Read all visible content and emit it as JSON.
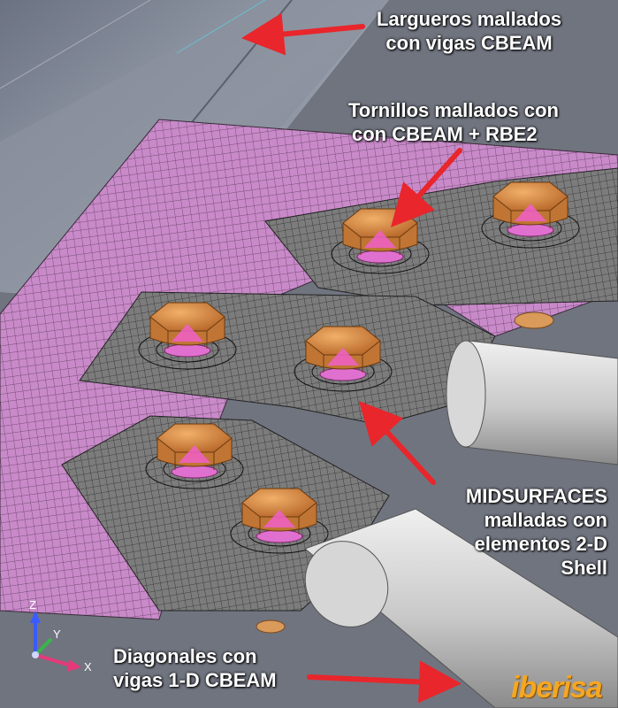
{
  "annotations": {
    "largueros": [
      "Largueros mallados",
      "con vigas CBEAM"
    ],
    "tornillos": [
      "Tornillos mallados con",
      "con CBEAM + RBE2"
    ],
    "midsurfaces": [
      "MIDSURFACES",
      "malladas con",
      "elementos 2-D",
      "Shell"
    ],
    "diagonales": [
      "Diagonales con",
      "vigas 1-D CBEAM"
    ]
  },
  "axes": {
    "z": "Z",
    "y": "Y",
    "x": "X"
  },
  "logo": "iberisa",
  "colors": {
    "background": "#6f7480",
    "mesh_pink": "#c889c8",
    "mesh_gray": "#7b7b7b",
    "bolt_orange": "#d98a3a",
    "arrow_red": "#e8262b",
    "logo_orange": "#f5a623"
  }
}
